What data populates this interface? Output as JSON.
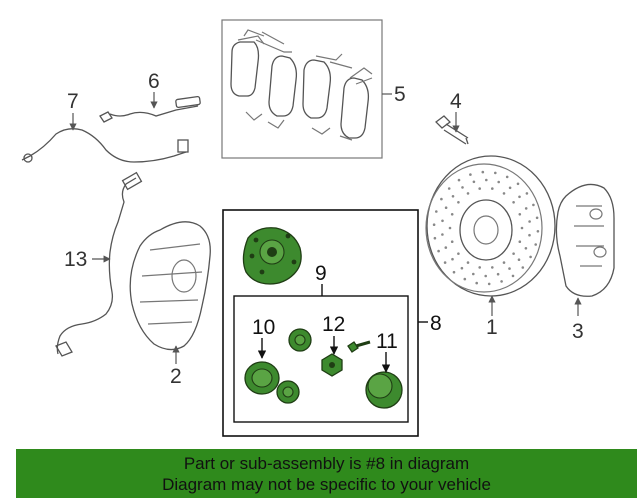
{
  "callouts": {
    "c1": "1",
    "c2": "2",
    "c3": "3",
    "c4": "4",
    "c5": "5",
    "c6": "6",
    "c7": "7",
    "c8": "8",
    "c9": "9",
    "c10": "10",
    "c11": "11",
    "c12": "12",
    "c13": "13"
  },
  "highlight": {
    "fill_color": "#3d8a2e",
    "banner_color": "#2f8a1c"
  },
  "banner": {
    "line1": "Part or sub-assembly is #8 in diagram",
    "line2": "Diagram may not be specific to your vehicle"
  }
}
